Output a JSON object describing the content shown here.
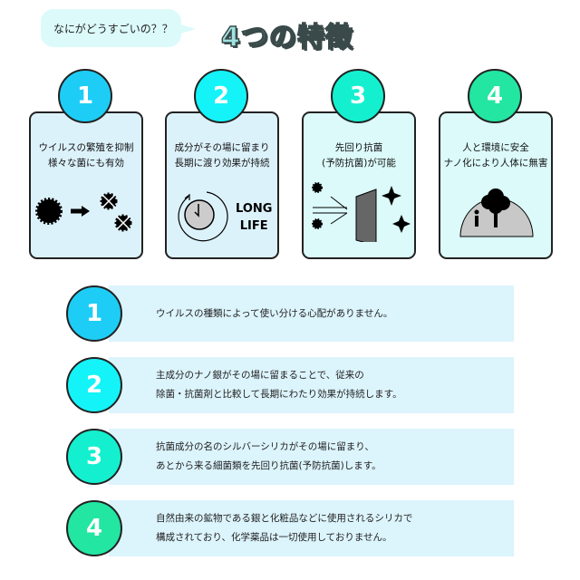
{
  "header": {
    "bubble": "なにがどうすごいの？？",
    "title": "4つの特徴"
  },
  "colors": [
    "#1ecdf6",
    "#14f3f8",
    "#14f0cf",
    "#22e6a2"
  ],
  "cards": [
    {
      "num": "1",
      "lines": [
        "ウイルスの繁殖を抑制",
        "様々な菌にも有効"
      ],
      "icon": "virus-destroyed-icon"
    },
    {
      "num": "2",
      "lines": [
        "成分がその場に留まり",
        "長期に渡り効果が持続"
      ],
      "icon": "clock-icon",
      "icon_text": [
        "LONG",
        "LIFE"
      ]
    },
    {
      "num": "3",
      "lines": [
        "先回り抗菌",
        "(予防抗菌)が可能"
      ],
      "icon": "shield-barrier-icon"
    },
    {
      "num": "4",
      "lines": [
        "人と環境に安全",
        "ナノ化により人体に無害"
      ],
      "icon": "tree-person-icon"
    }
  ],
  "rows": [
    {
      "num": "1",
      "lines": [
        "ウイルスの種類によって使い分ける心配がありません。"
      ]
    },
    {
      "num": "2",
      "lines": [
        "主成分のナノ銀がその場に留まることで、従来の",
        "除菌・抗菌剤と比較して長期にわたり効果が持続します。"
      ]
    },
    {
      "num": "3",
      "lines": [
        "抗菌成分の名のシルバーシリカがその場に留まり、",
        "あとから来る細菌類を先回り抗菌(予防抗菌)します。"
      ]
    },
    {
      "num": "4",
      "lines": [
        "自然由来の鉱物である銀と化粧品などに使用されるシリカで",
        "構成されており、化学薬品は一切使用しておりません。"
      ]
    }
  ]
}
